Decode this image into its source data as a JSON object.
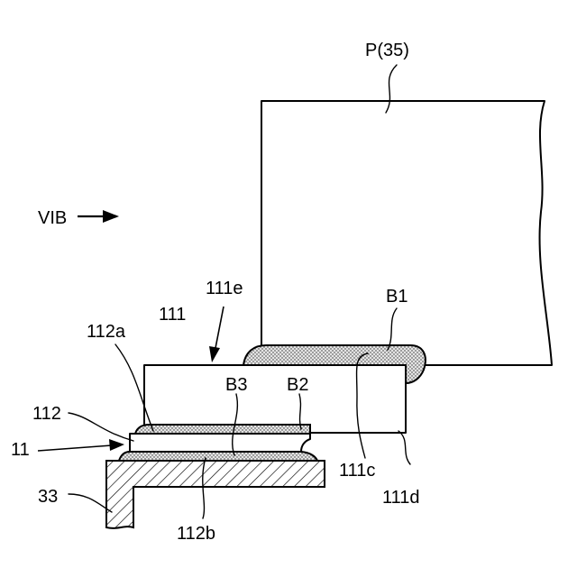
{
  "labels": {
    "p35": "P(35)",
    "vib": "VIB",
    "l111e": "111e",
    "b1": "B1",
    "l111": "111",
    "l112a": "112a",
    "b3": "B3",
    "b2": "B2",
    "l112": "112",
    "l11": "11",
    "l111c": "111c",
    "l111d": "111d",
    "l33": "33",
    "l112b": "112b"
  }
}
